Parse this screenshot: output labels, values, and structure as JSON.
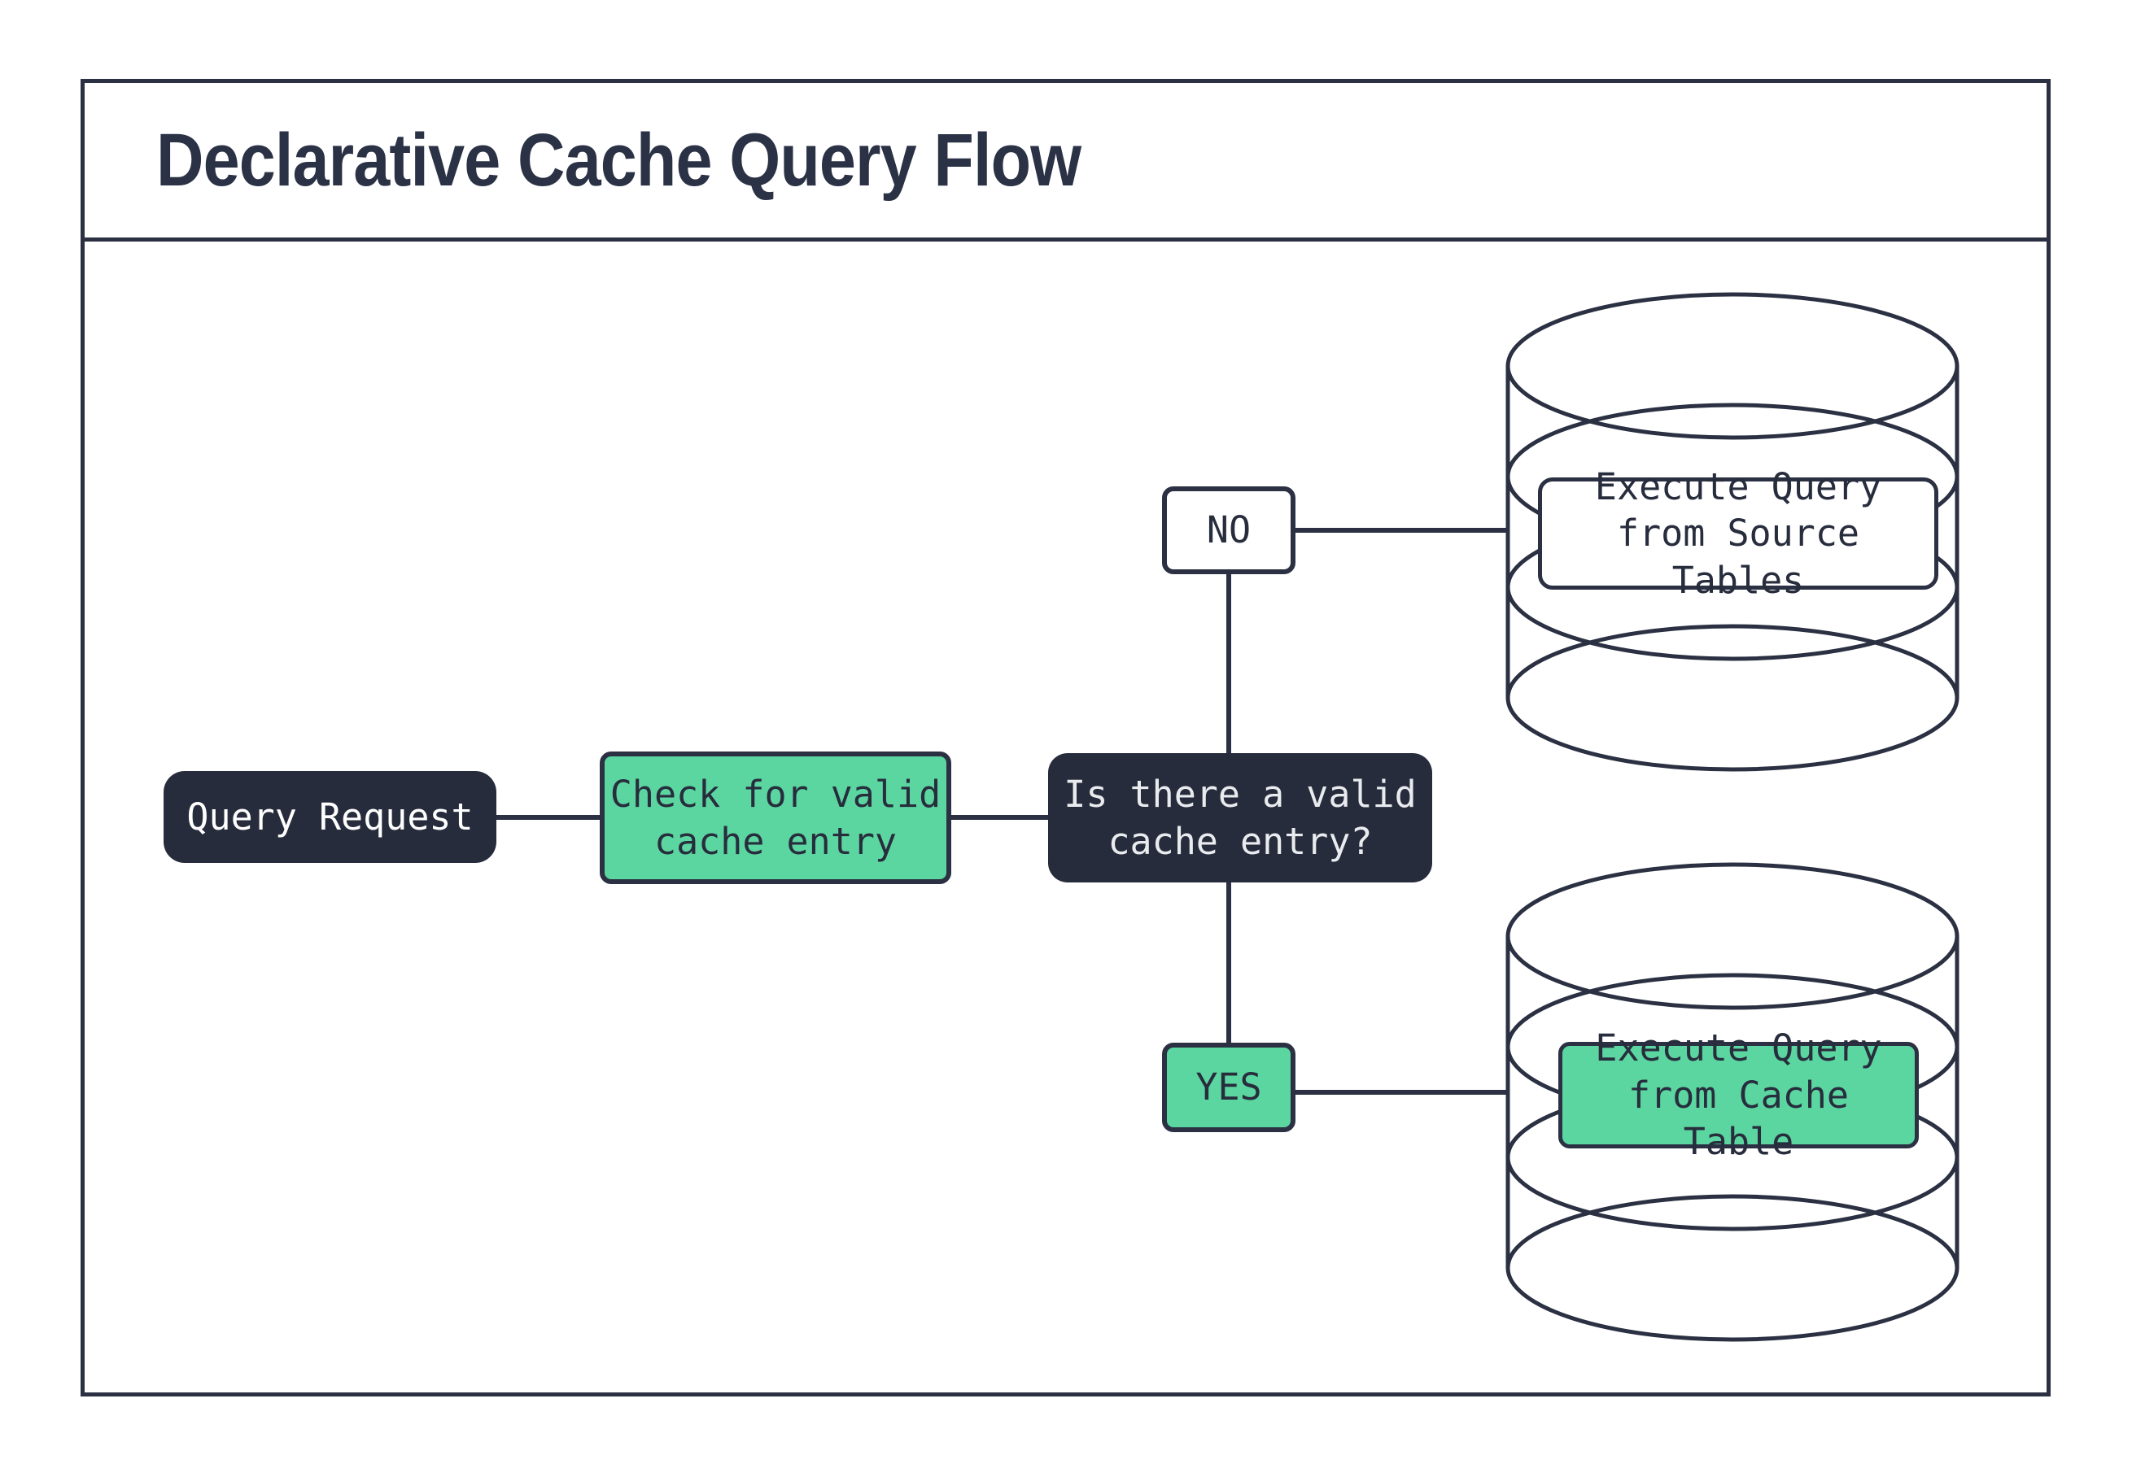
{
  "header": {
    "title": "Declarative Cache Query Flow"
  },
  "flow": {
    "nodes": {
      "query_request": {
        "label": "Query Request"
      },
      "check_cache": {
        "label": "Check for valid\ncache entry"
      },
      "decision": {
        "label": "Is there a valid\ncache entry?"
      },
      "no_branch": {
        "label": "NO"
      },
      "yes_branch": {
        "label": "YES"
      },
      "source_db": {
        "label": "Execute Query\nfrom Source Tables"
      },
      "cache_db": {
        "label": "Execute Query\nfrom Cache Table"
      }
    },
    "icons": {
      "source_db": "database-cylinder-icon",
      "cache_db": "database-cylinder-icon"
    },
    "colors": {
      "accent_green": "#5cd6a0",
      "dark_navy": "#262c3c",
      "line_stroke": "#2b3142",
      "title_text": "#2b3245",
      "light_text": "#e9ebee"
    }
  }
}
